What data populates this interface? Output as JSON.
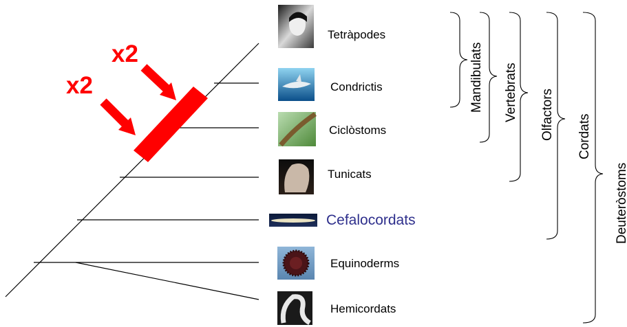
{
  "taxa": [
    {
      "name": "Tetràpodes",
      "icon": "portrait-photo-icon",
      "highlight": false
    },
    {
      "name": "Condrictis",
      "icon": "shark-photo-icon",
      "highlight": false
    },
    {
      "name": "Ciclòstoms",
      "icon": "lamprey-photo-icon",
      "highlight": false
    },
    {
      "name": "Tunicats",
      "icon": "tunicate-photo-icon",
      "highlight": false
    },
    {
      "name": "Cefalocordats",
      "icon": "lancelet-photo-icon",
      "highlight": true
    },
    {
      "name": "Equinoderms",
      "icon": "sea-urchin-photo-icon",
      "highlight": false
    },
    {
      "name": "Hemicordats",
      "icon": "acorn-worm-photo-icon",
      "highlight": false
    }
  ],
  "clades": [
    {
      "name": "Mandibulats",
      "span": "Tetràpodes – Condrictis"
    },
    {
      "name": "Vertebrats",
      "span": "Tetràpodes – Ciclòstoms"
    },
    {
      "name": "Olfactors",
      "span": "Tetràpodes – Tunicats"
    },
    {
      "name": "Cordats",
      "span": "Tetràpodes – Cefalocordats"
    },
    {
      "name": "Deuteròstoms",
      "span": "Tetràpodes – Hemicordats"
    }
  ],
  "duplication_markers": [
    {
      "label": "x2"
    },
    {
      "label": "x2"
    }
  ],
  "colors": {
    "duplication": "#ff0000",
    "highlight_text": "#2e2f8c",
    "lines": "#000000"
  }
}
